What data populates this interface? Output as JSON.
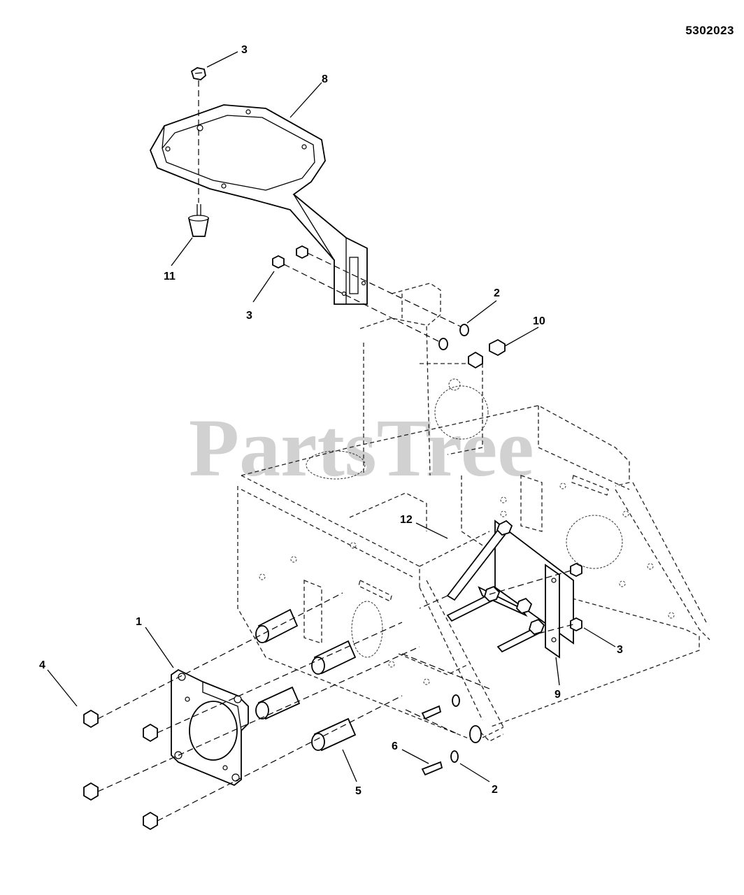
{
  "document_number": "5302023",
  "watermark": "PartsTree",
  "callouts": {
    "c1": "1",
    "c2a": "2",
    "c2b": "2",
    "c3a": "3",
    "c3b": "3",
    "c3c": "3",
    "c4": "4",
    "c5": "5",
    "c6": "6",
    "c8": "8",
    "c9": "9",
    "c10": "10",
    "c11": "11",
    "c12": "12"
  }
}
